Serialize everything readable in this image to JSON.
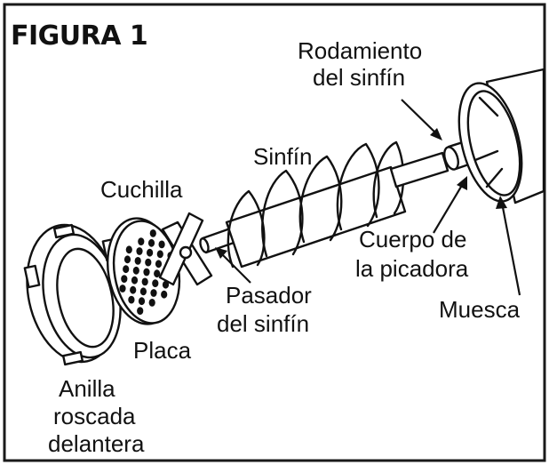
{
  "figure": {
    "title": "FIGURA 1",
    "labels": {
      "rodamiento_line1": "Rodamiento",
      "rodamiento_line2": "del sinfín",
      "sinfin": "Sinfín",
      "cuchilla": "Cuchilla",
      "cuerpo_line1": "Cuerpo de",
      "cuerpo_line2": "la picadora",
      "muesca": "Muesca",
      "pasador_line1": "Pasador",
      "pasador_line2": "del sinfín",
      "placa": "Placa",
      "anilla_line1": "Anilla",
      "anilla_line2": "roscada",
      "anilla_line3": "delantera"
    }
  }
}
